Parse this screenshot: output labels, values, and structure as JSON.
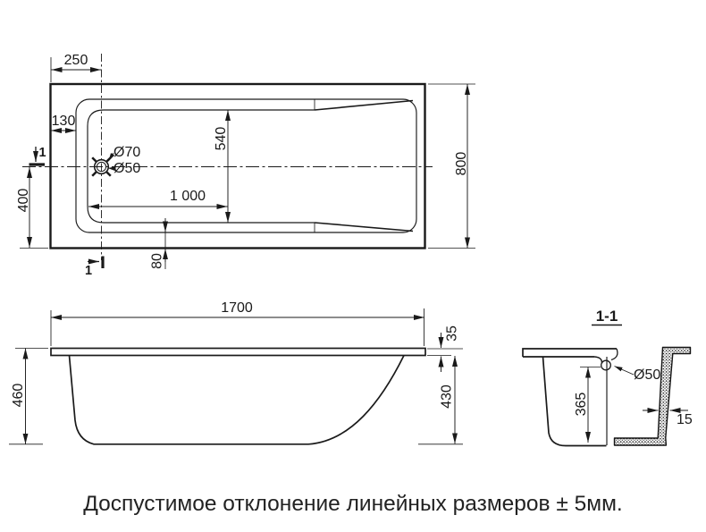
{
  "drawing": {
    "caption": "Доспустимое отклонение линейных размеров ± 5мм.",
    "plan_view": {
      "dim_rim_to_drain": "250",
      "dim_rim_to_basin": "130",
      "drain_outer_dia": "Ø70",
      "drain_inner_dia": "Ø50",
      "dim_basin_width": "540",
      "dim_drain_length": "1 000",
      "dim_drain_offset": "400",
      "dim_edge_gap": "80",
      "dim_width": "800",
      "section_mark": "1"
    },
    "side_view": {
      "dim_length": "1700",
      "dim_rim_height": "35",
      "dim_total_height": "460",
      "dim_body_height": "430"
    },
    "section_view": {
      "title": "1-1",
      "drain_dia": "Ø50",
      "dim_drain_depth": "365",
      "dim_wall_thickness": "15"
    }
  }
}
